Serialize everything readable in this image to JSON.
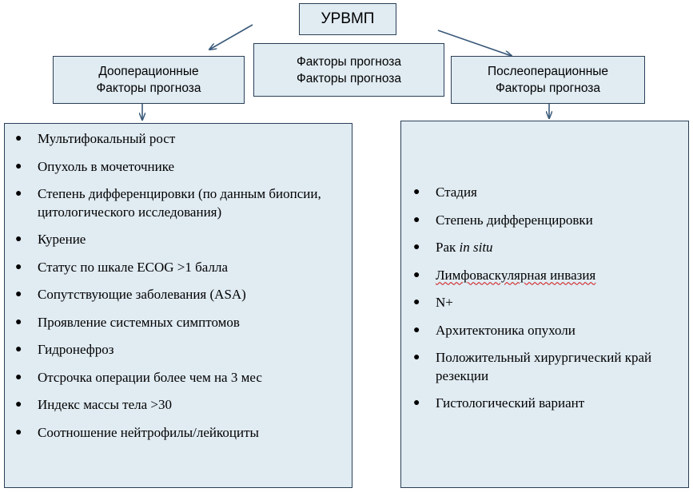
{
  "diagram": {
    "top_node": "УРВМП",
    "headers": {
      "left": [
        "Дооперационные",
        "Факторы прогноза"
      ],
      "middle": [
        "Факторы прогноза",
        "Факторы прогноза"
      ],
      "right": [
        "Послеоперационные",
        "Факторы прогноза"
      ]
    },
    "preoperative_factors": [
      "Мультифокальный рост",
      "Опухоль в мочеточнике",
      "Степень дифференцировки (по данным биопсии, цитологического исследования)",
      "Курение",
      "Статус по шкале ECOG >1 балла",
      "Сопутствующие заболевания (ASA)",
      "Проявление системных симптомов",
      "Гидронефроз",
      "Отсрочка операции более чем на 3 мес",
      "Индекс массы тела >30",
      "Соотношение нейтрофилы/лейкоциты"
    ],
    "postoperative_factors": {
      "stage": "Стадия",
      "grade": "Степень дифференцировки",
      "cis_prefix": "Рак ",
      "cis_italic": "in situ",
      "lvi": "Лимфоваскулярная инвазия",
      "n_plus": "N+",
      "architecture": "Архитектоника опухоли",
      "margin": "Положительный хирургический край резекции",
      "histology": "Гистологический вариант"
    },
    "bullet_symbol": "●",
    "colors": {
      "box_fill": "#e0ebf2",
      "border": "#2a3f55",
      "arrow": "#3a5a7a",
      "spellcheck_underline": "#d01010"
    }
  }
}
